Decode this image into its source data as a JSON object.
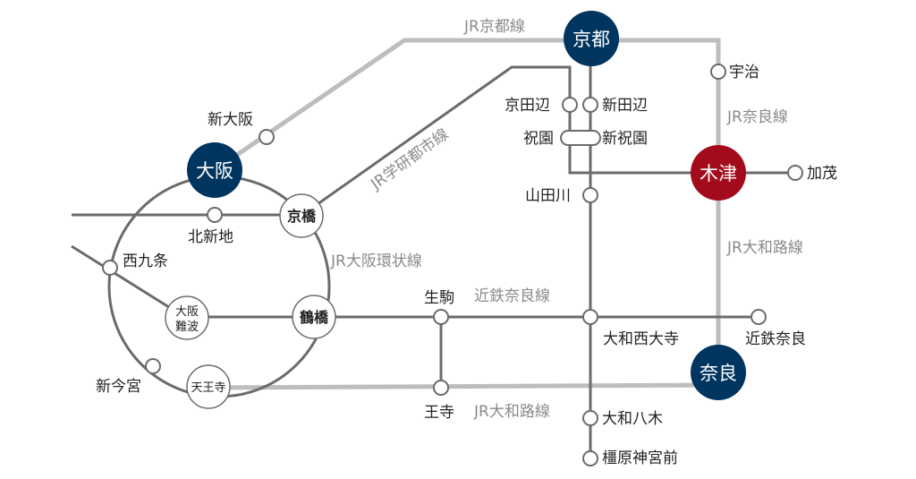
{
  "colors": {
    "major_station": "#003560",
    "highlight_station": "#a30b1c",
    "jr_line": "#bdbdbd",
    "private_line": "#6b6b6b",
    "line_label": "#8a8a8a"
  },
  "line_names": {
    "jr_kyoto": "JR京都線",
    "jr_gakken": "JR学研都市線",
    "jr_nara": "JR奈良線",
    "jr_osaka_loop": "JR大阪環状線",
    "jr_yamatoji_north": "JR大和路線",
    "kintetsu_nara": "近鉄奈良線",
    "jr_yamatoji_south": "JR大和路線"
  },
  "major_stations": {
    "osaka": "大阪",
    "kyoto": "京都",
    "kizu": "木津",
    "nara": "奈良"
  },
  "mid_stations": {
    "kyobashi": "京橋",
    "tsuruhashi": "鶴橋",
    "osaka_namba_1": "大阪",
    "osaka_namba_2": "難波",
    "tennoji": "天王寺"
  },
  "stations": {
    "shin_osaka": "新大阪",
    "kitashinchi": "北新地",
    "nishikujo": "西九条",
    "shin_imamiya": "新今宮",
    "uji": "宇治",
    "kyotanabe": "京田辺",
    "shintanabe": "新田辺",
    "hosono": "祝園",
    "shin_hosono": "新祝園",
    "yamadagawa": "山田川",
    "kamo": "加茂",
    "ikoma": "生駒",
    "oji": "王寺",
    "yamato_saidaiji": "大和西大寺",
    "kintetsu_nara": "近鉄奈良",
    "yamato_yagi": "大和八木",
    "kashihara_jingu_mae": "橿原神宮前"
  }
}
